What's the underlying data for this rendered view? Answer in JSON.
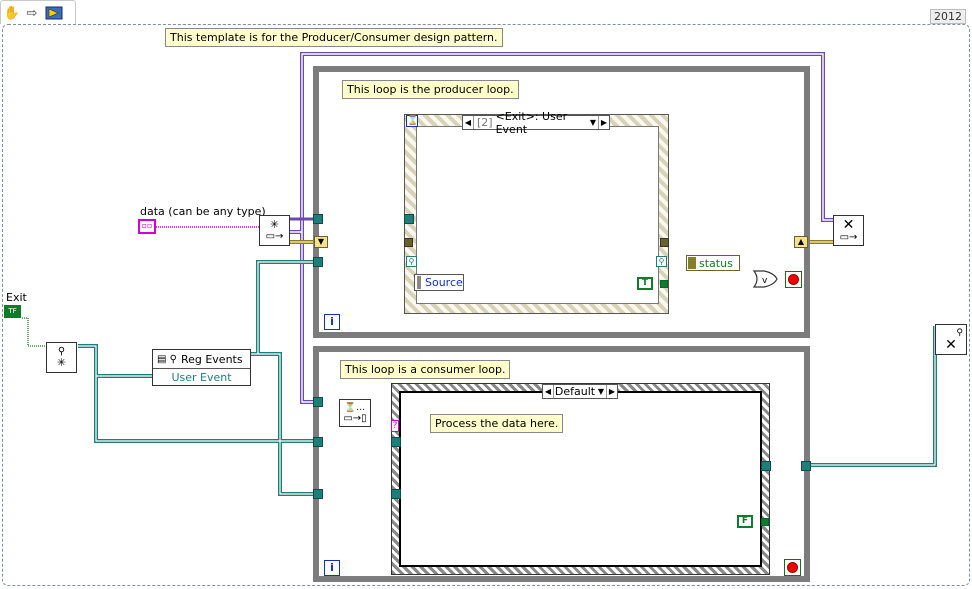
{
  "toolbar": {
    "icons": [
      "hand-icon",
      "arrow-icon",
      "run-icon"
    ],
    "year": "2012"
  },
  "notes": {
    "template": "This template is for the Producer/Consumer design pattern.",
    "producer": "This loop is the producer loop.",
    "consumer": "This loop is a consumer loop.",
    "process": "Process the data here."
  },
  "controls": {
    "data_label": "data (can be any type)",
    "exit_label": "Exit",
    "exit_value": "TF"
  },
  "reg_events": {
    "title": "Reg Events",
    "item": "User Event"
  },
  "event_structure": {
    "index": "[2]",
    "case_label": "<Exit>: User Event",
    "source_label": "Source"
  },
  "case_structure": {
    "case_label": "Default"
  },
  "status_label": "status",
  "constants": {
    "true": "T",
    "false": "F"
  },
  "loop_index": "i",
  "colors": {
    "cluster_wire": "#8a7a2a",
    "refnum_wire": "#1e7f7a",
    "bool_wire": "#117b2a",
    "variant_wire": "#d000d0",
    "queue_wire": "#6a4ab0"
  }
}
